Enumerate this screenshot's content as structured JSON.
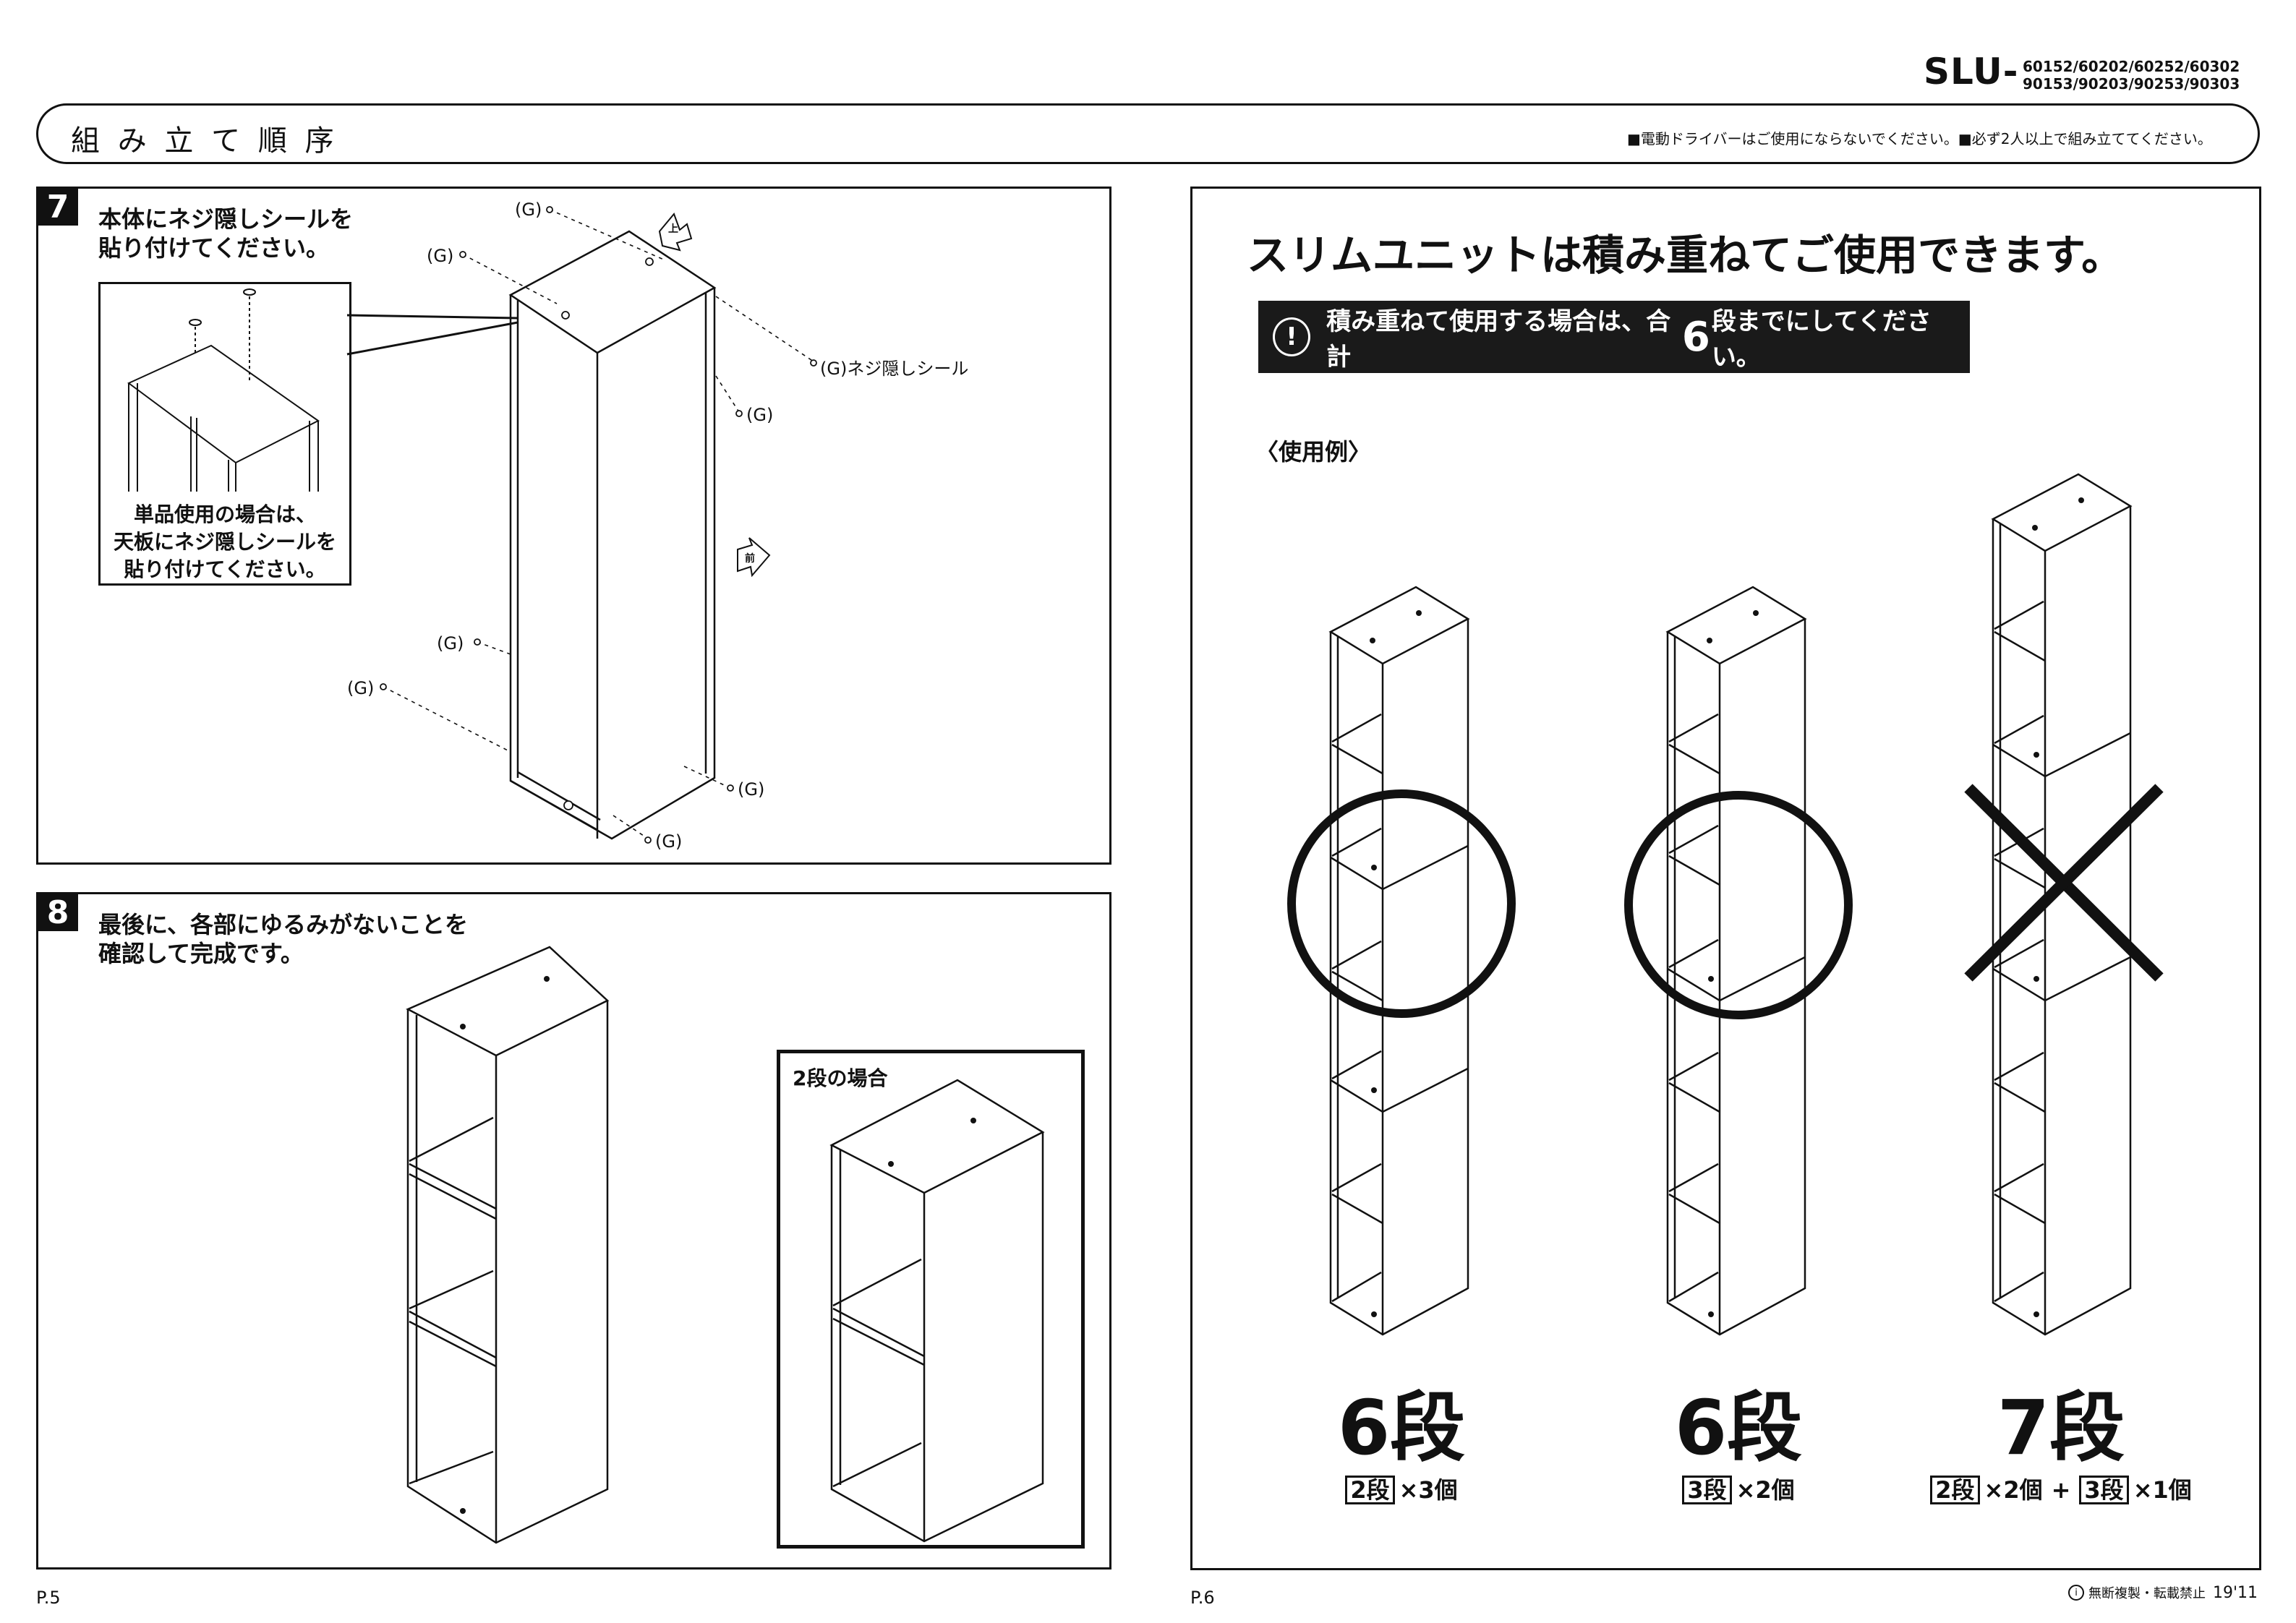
{
  "header": {
    "model_prefix": "SLU-",
    "model_line1": "60152/60202/60252/60302",
    "model_line2": "90153/90203/90253/90303",
    "section_title": "組 み 立 て 順 序",
    "warning": "■電動ドライバーはご使用にならないでください。■必ず2人以上で組み立ててください。"
  },
  "step7": {
    "number": "7",
    "instruction_line1": "本体にネジ隠しシールを",
    "instruction_line2": "貼り付けてください。",
    "inset_line1": "単品使用の場合は、",
    "inset_line2": "天板にネジ隠しシールを",
    "inset_line3": "貼り付けてください。",
    "callout_g": "(G)",
    "callout_g_seal": "(G)ネジ隠しシール",
    "arrow_up_label": "上",
    "arrow_front_label": "前"
  },
  "step8": {
    "number": "8",
    "instruction_line1": "最後に、各部にゆるみがないことを",
    "instruction_line2": "確認して完成です。",
    "inset_title": "2段の場合"
  },
  "right": {
    "headline": "スリムユニットは積み重ねてご使用できます。",
    "notice_pre": "積み重ねて使用する場合は、合計",
    "notice_num": "6",
    "notice_post": "段までにしてください。",
    "example_label": "〈使用例〉",
    "examples": [
      {
        "count": "6段",
        "part1": "2段",
        "mult1": "×3個",
        "part2": "",
        "mult2": "",
        "verdict": "ok"
      },
      {
        "count": "6段",
        "part1": "3段",
        "mult1": "×2個",
        "part2": "",
        "mult2": "",
        "verdict": "ok"
      },
      {
        "count": "7段",
        "part1": "2段",
        "mult1": "×2個",
        "plus": "+",
        "part2": "3段",
        "mult2": "×1個",
        "verdict": "ng"
      }
    ]
  },
  "footer": {
    "page_left": "P.5",
    "page_right": "P.6",
    "copyright": "無断複製・転載禁止",
    "date": "19'11"
  }
}
